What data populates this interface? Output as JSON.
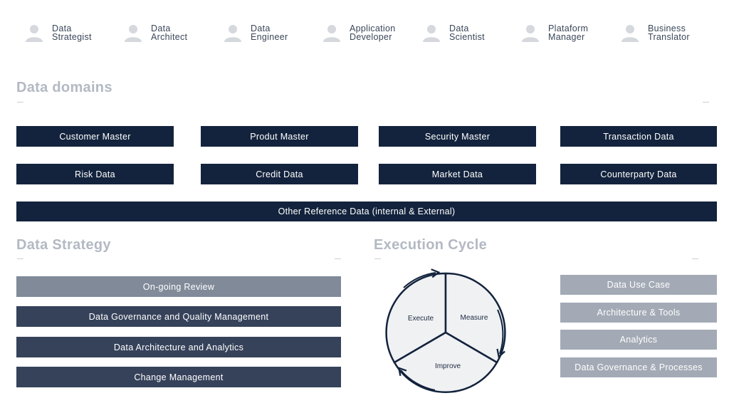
{
  "roles": [
    {
      "label": "Data\nStrategist",
      "icon": "user-icon"
    },
    {
      "label": "Data\nArchitect",
      "icon": "user-icon"
    },
    {
      "label": "Data\nEngineer",
      "icon": "user-icon"
    },
    {
      "label": "Application\nDeveloper",
      "icon": "user-icon"
    },
    {
      "label": "Data\nScientist",
      "icon": "user-icon"
    },
    {
      "label": "Plataform\nManager",
      "icon": "user-icon"
    },
    {
      "label": "Business\nTranslator",
      "icon": "user-icon"
    }
  ],
  "data_domains": {
    "title": "Data domains",
    "row1": [
      "Customer Master",
      "Produt Master",
      "Security Master",
      "Transaction Data"
    ],
    "row2": [
      "Risk Data",
      "Credit Data",
      "Market Data",
      "Counterparty Data"
    ],
    "other": "Other Reference Data (internal & External)"
  },
  "data_strategy": {
    "title": "Data Strategy",
    "items": [
      "On-going Review",
      "Data Governance and Quality Management",
      "Data Architecture and Analytics",
      "Change Management"
    ]
  },
  "execution_cycle": {
    "title": "Execution Cycle",
    "stages": [
      "Execute",
      "Measure",
      "Improve"
    ],
    "items": [
      "Data Use Case",
      "Architecture & Tools",
      "Analytics",
      "Data Governance & Processes"
    ]
  },
  "colors": {
    "navy": "#13233d",
    "slate": "#36425a",
    "gray": "#808a99",
    "light_gray": "#a3aab5",
    "title_gray": "#b3b9c3",
    "cycle_fill": "#f0f1f3"
  }
}
